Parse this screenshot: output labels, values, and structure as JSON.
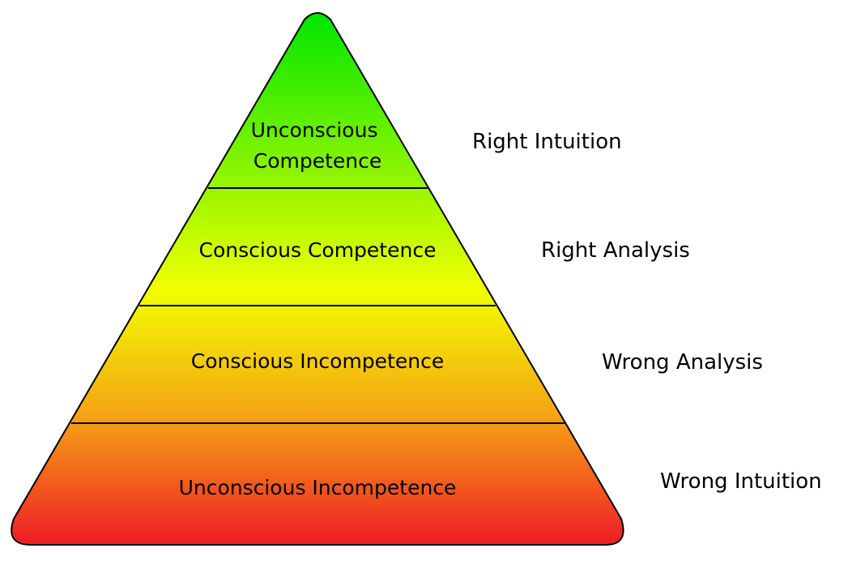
{
  "colors": {
    "top": "#00e600",
    "upper_mid": "#f2ff00",
    "lower_mid": "#f5a215",
    "bottom": "#ee1c25",
    "outline": "#000000",
    "background": "#ffffff"
  },
  "tiers": [
    {
      "label_line1": "Unconscious",
      "label_line2": "Competence",
      "side_label": "Right Intuition"
    },
    {
      "label_line1": "Conscious Competence",
      "side_label": "Right Analysis"
    },
    {
      "label_line1": "Conscious Incompetence",
      "side_label": "Wrong Analysis"
    },
    {
      "label_line1": "Unconscious Incompetence",
      "side_label": "Wrong Intuition"
    }
  ]
}
